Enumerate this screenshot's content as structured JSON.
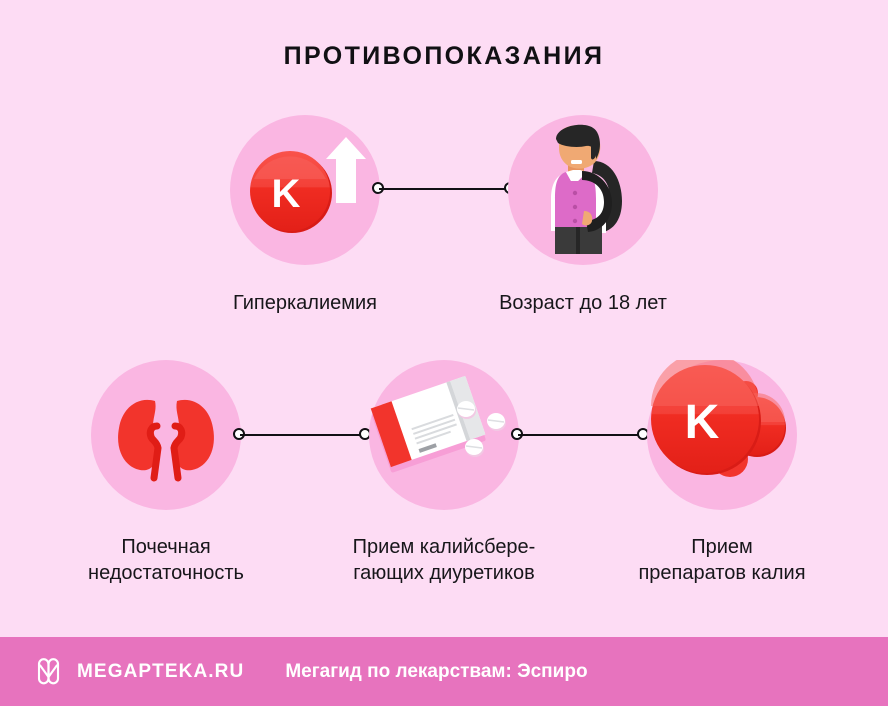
{
  "title": "ПРОТИВОПОКАЗАНИЯ",
  "colors": {
    "background": "#FDDCF4",
    "circle": "#FAB6E2",
    "accent_red": "#F23030",
    "footer": "#E773BE",
    "text": "#17161A",
    "white": "#FFFFFF"
  },
  "nodes": [
    {
      "id": "hyperkalemia",
      "icon": "potassium-arrow-up-icon",
      "symbol": "K",
      "caption": "Гиперкалиемия"
    },
    {
      "id": "age-under-18",
      "icon": "teenager-with-backpack-icon",
      "caption": "Возраст до 18 лет"
    },
    {
      "id": "renal-failure",
      "icon": "kidneys-icon",
      "caption": "Почечная\nнедостаточность"
    },
    {
      "id": "potassium-sparing-diuretics",
      "icon": "medicine-box-pills-icon",
      "caption": "Прием калийсбере-\nгающих диуретиков"
    },
    {
      "id": "potassium-supplements",
      "icon": "potassium-molecules-icon",
      "symbol": "K",
      "caption": "Прием\nпрепаратов калия"
    }
  ],
  "connectors": [
    {
      "id": "connector-top",
      "from": "hyperkalemia",
      "to": "age-under-18"
    },
    {
      "id": "connector-bottom-left",
      "from": "renal-failure",
      "to": "potassium-sparing-diuretics"
    },
    {
      "id": "connector-bottom-right",
      "from": "potassium-sparing-diuretics",
      "to": "potassium-supplements"
    }
  ],
  "footer": {
    "logo_text": "MEGAPTEKA.RU",
    "logo_icon": "megapteka-m-logo-icon",
    "tagline": "Мегагид по лекарствам: Эспиро"
  }
}
